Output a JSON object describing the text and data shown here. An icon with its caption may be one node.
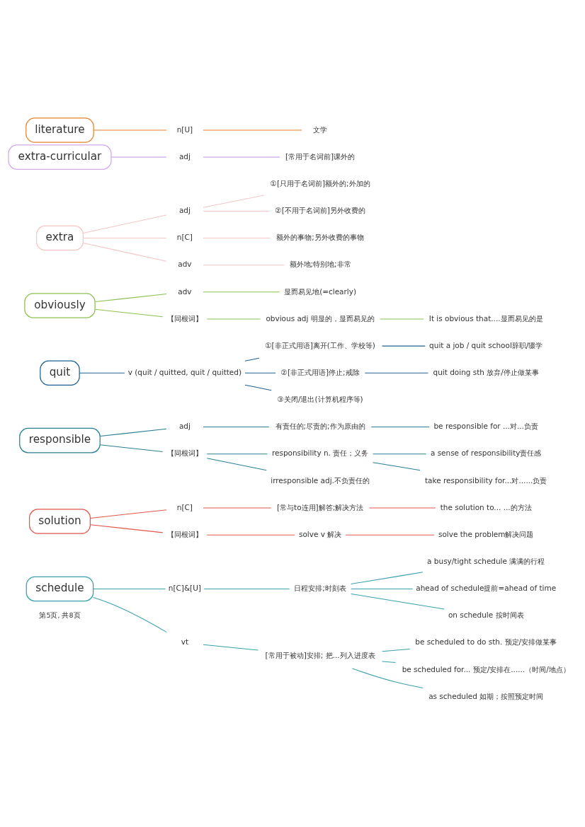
{
  "diagram": {
    "nodes": [
      {
        "text": [
          "literature"
        ]
      },
      {
        "text": [
          "n[U]"
        ]
      },
      {
        "text": [
          "文学"
        ]
      },
      {
        "text": [
          "extra-curricular"
        ]
      },
      {
        "text": [
          "adj"
        ]
      },
      {
        "text": [
          "[常用于名词前]课外的"
        ]
      },
      {
        "text": [
          "extra"
        ]
      },
      {
        "text": [
          "adj"
        ]
      },
      {
        "text": [
          "①[只用于名词前]额外的;外加的"
        ]
      },
      {
        "text": [
          "②[不用于名词前]另外收费的"
        ]
      },
      {
        "text": [
          "n[C]"
        ]
      },
      {
        "text": [
          "额外的事物;另外收费的事物"
        ]
      },
      {
        "text": [
          "adv"
        ]
      },
      {
        "text": [
          "额外地;特别地;非常"
        ]
      },
      {
        "text": [
          "obviously"
        ]
      },
      {
        "text": [
          "adv"
        ]
      },
      {
        "text": [
          "显而易见地(=clearly)"
        ]
      },
      {
        "text": [
          "【同根词】"
        ]
      },
      {
        "text": [
          "obvious adj 明显的，显而易见的"
        ]
      },
      {
        "text": [
          "It is obvious that....显而易见的是"
        ]
      },
      {
        "text": [
          "quit"
        ]
      },
      {
        "text": [
          "v (quit / quitted, quit / quitted)"
        ]
      },
      {
        "text": [
          "①[非正式用语]离开(工作、学校等)"
        ]
      },
      {
        "text": [
          "quit a job / quit school辞职/辍学"
        ]
      },
      {
        "text": [
          "②[非正式用语]停止;戒除"
        ]
      },
      {
        "text": [
          "quit doing sth 放弃/停止做某事"
        ]
      },
      {
        "text": [
          "③关闭/退出(计算机程序等)"
        ]
      },
      {
        "text": [
          "responsible"
        ]
      },
      {
        "text": [
          "adj"
        ]
      },
      {
        "text": [
          "有责任的;尽责的;作为原由的"
        ]
      },
      {
        "text": [
          "be responsible for ...对...负责"
        ]
      },
      {
        "text": [
          "【同根词】"
        ]
      },
      {
        "text": [
          "responsibility n. 责任；义务"
        ]
      },
      {
        "text": [
          "a sense of responsibility责任感"
        ]
      },
      {
        "text": [
          "take responsibility for...对......负责"
        ]
      },
      {
        "text": [
          "irresponsible adj.不负责任的"
        ]
      },
      {
        "text": [
          "solution"
        ]
      },
      {
        "text": [
          "n[C]"
        ]
      },
      {
        "text": [
          "[常与to连用]解答;解决方法"
        ]
      },
      {
        "text": [
          "the solution to... ...的方法"
        ]
      },
      {
        "text": [
          "【同根词】"
        ]
      },
      {
        "text": [
          "solve v 解决"
        ]
      },
      {
        "text": [
          "solve the problem解决问题"
        ]
      },
      {
        "text": [
          "schedule"
        ]
      },
      {
        "text": [
          "n[C]&[U]"
        ]
      },
      {
        "text": [
          "日程安排;时刻表"
        ]
      },
      {
        "text": [
          "a busy/tight schedule 满满的行程"
        ]
      },
      {
        "text": [
          "ahead of schedule提前=ahead of time"
        ]
      },
      {
        "text": [
          "on schedule 按时间表"
        ]
      },
      {
        "text": [
          "vt"
        ]
      },
      {
        "text": [
          "[常用于被动]安排; 把...列入进度表"
        ]
      },
      {
        "text": [
          "be scheduled to do sth. 预定/安排做某事"
        ]
      },
      {
        "text": [
          "be scheduled for... 预定/安排在......（时间/地点）"
        ]
      },
      {
        "text": [
          "as scheduled 如期；按照预定时间"
        ]
      }
    ],
    "edges": [
      {
        "from": 0,
        "to": 1,
        "arrow": "none",
        "color": "#e8822e"
      },
      {
        "from": 1,
        "to": 2,
        "arrow": "none",
        "color": "#e8822e"
      },
      {
        "from": 3,
        "to": 4,
        "arrow": "none",
        "color": "#d2a8e6"
      },
      {
        "from": 4,
        "to": 5,
        "arrow": "none",
        "color": "#d2a8e6"
      },
      {
        "from": 6,
        "to": 7,
        "arrow": "none",
        "color": "#f4c6c6"
      },
      {
        "from": 7,
        "to": 8,
        "arrow": "none",
        "color": "#f4c6c6"
      },
      {
        "from": 7,
        "to": 9,
        "arrow": "none",
        "color": "#f4c6c6"
      },
      {
        "from": 6,
        "to": 10,
        "arrow": "none",
        "color": "#f4c6c6"
      },
      {
        "from": 10,
        "to": 11,
        "arrow": "none",
        "color": "#f4c6c6"
      },
      {
        "from": 6,
        "to": 12,
        "arrow": "none",
        "color": "#f4c6c6"
      },
      {
        "from": 12,
        "to": 13,
        "arrow": "none",
        "color": "#f4c6c6"
      },
      {
        "from": 14,
        "to": 15,
        "arrow": "none",
        "color": "#8cc152"
      },
      {
        "from": 15,
        "to": 16,
        "arrow": "none",
        "color": "#8cc152"
      },
      {
        "from": 14,
        "to": 17,
        "arrow": "none",
        "color": "#8cc152"
      },
      {
        "from": 17,
        "to": 18,
        "arrow": "none",
        "color": "#8cc152"
      },
      {
        "from": 18,
        "to": 19,
        "arrow": "none",
        "color": "#8cc152"
      },
      {
        "from": 20,
        "to": 21,
        "arrow": "none",
        "color": "#1e6091"
      },
      {
        "from": 21,
        "to": 22,
        "arrow": "none",
        "color": "#1e6091"
      },
      {
        "from": 22,
        "to": 23,
        "arrow": "none",
        "color": "#1e6091"
      },
      {
        "from": 21,
        "to": 24,
        "arrow": "none",
        "color": "#1e6091"
      },
      {
        "from": 24,
        "to": 25,
        "arrow": "none",
        "color": "#1e6091"
      },
      {
        "from": 21,
        "to": 26,
        "arrow": "none",
        "color": "#1e6091"
      },
      {
        "from": 27,
        "to": 28,
        "arrow": "none",
        "color": "#2b7f93"
      },
      {
        "from": 28,
        "to": 29,
        "arrow": "none",
        "color": "#2b7f93"
      },
      {
        "from": 29,
        "to": 30,
        "arrow": "none",
        "color": "#2b7f93"
      },
      {
        "from": 27,
        "to": 31,
        "arrow": "none",
        "color": "#2b7f93"
      },
      {
        "from": 31,
        "to": 32,
        "arrow": "none",
        "color": "#2b7f93"
      },
      {
        "from": 32,
        "to": 33,
        "arrow": "none",
        "color": "#2b7f93"
      },
      {
        "from": 32,
        "to": 34,
        "arrow": "none",
        "color": "#2b7f93"
      },
      {
        "from": 31,
        "to": 35,
        "arrow": "none",
        "color": "#2b7f93"
      },
      {
        "from": 36,
        "to": 37,
        "arrow": "none",
        "color": "#e0574a"
      },
      {
        "from": 37,
        "to": 38,
        "arrow": "none",
        "color": "#e0574a"
      },
      {
        "from": 38,
        "to": 39,
        "arrow": "none",
        "color": "#e0574a"
      },
      {
        "from": 36,
        "to": 40,
        "arrow": "none",
        "color": "#e0574a"
      },
      {
        "from": 40,
        "to": 41,
        "arrow": "none",
        "color": "#e0574a"
      },
      {
        "from": 41,
        "to": 42,
        "arrow": "none",
        "color": "#e0574a"
      },
      {
        "from": 43,
        "to": 44,
        "arrow": "none"
      },
      {
        "from": 44,
        "to": 45,
        "arrow": "none"
      },
      {
        "from": 45,
        "to": 46,
        "arrow": "none"
      },
      {
        "from": 45,
        "to": 47,
        "arrow": "none"
      },
      {
        "from": 45,
        "to": 48,
        "arrow": "none"
      },
      {
        "from": 43,
        "to": 49,
        "arrow": "none"
      },
      {
        "from": 49,
        "to": 50,
        "arrow": "none"
      },
      {
        "from": 50,
        "to": 51,
        "arrow": "none"
      },
      {
        "from": 50,
        "to": 52,
        "arrow": "none"
      },
      {
        "from": 50,
        "to": 53,
        "arrow": "none"
      }
    ],
    "labels": [
      "第5页, 共8页"
    ]
  }
}
